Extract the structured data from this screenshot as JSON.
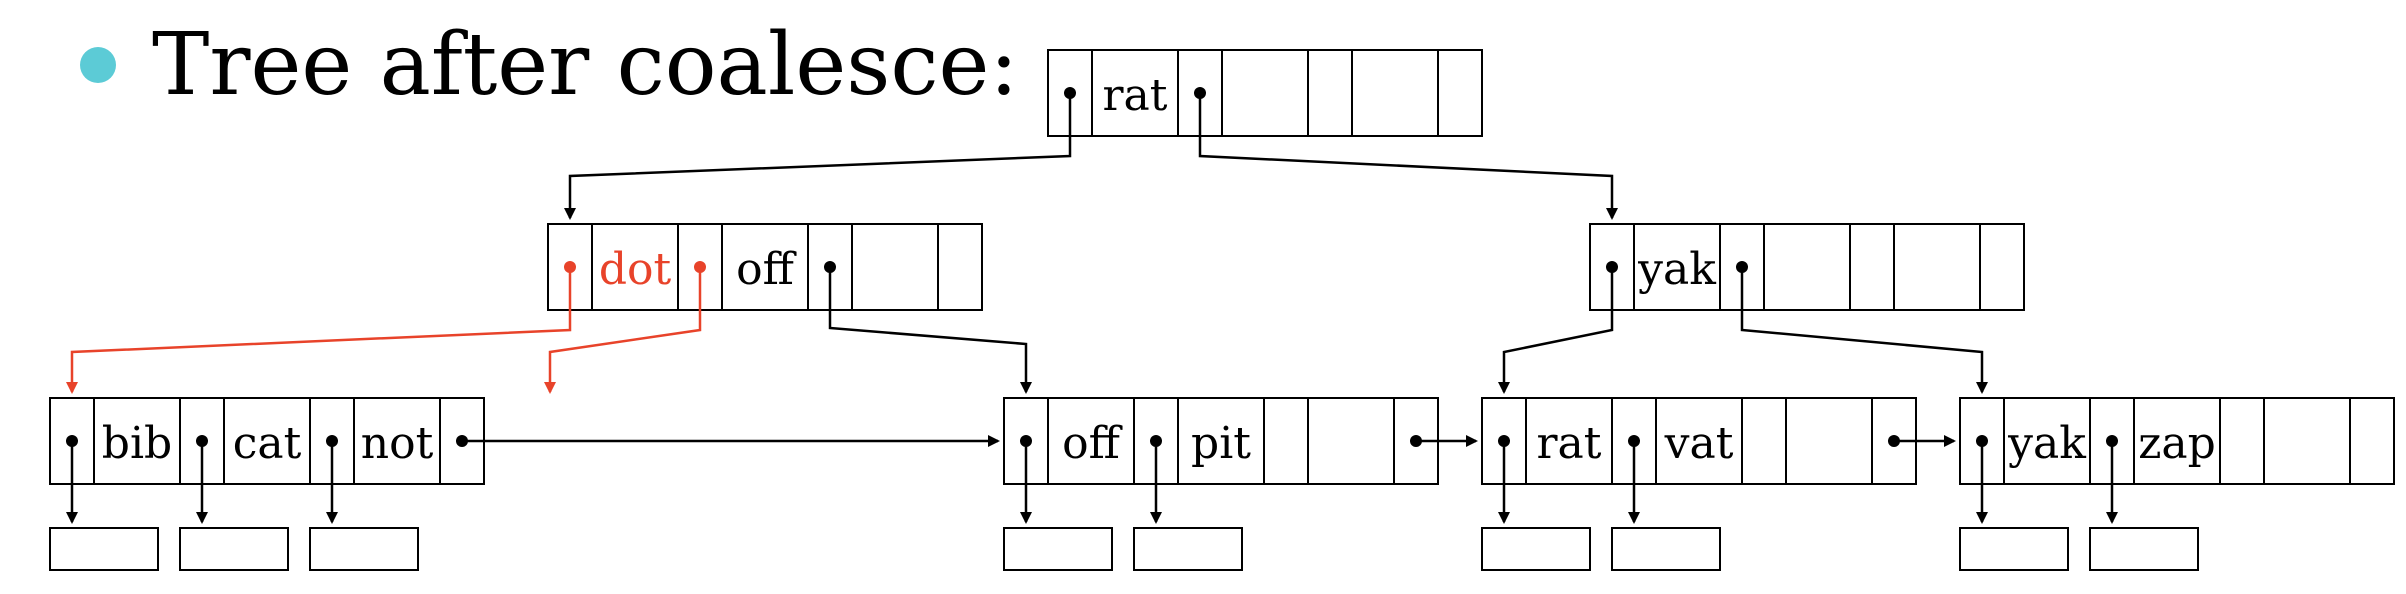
{
  "heading": "Tree after coalesce:",
  "accent_color": "#e8432a",
  "bullet_color": "#5ccbd6",
  "nodes": {
    "root": {
      "keys": [
        "rat"
      ]
    },
    "left_internal": {
      "keys": [
        "dot",
        "off"
      ],
      "highlighted_keys": [
        "dot"
      ]
    },
    "right_internal": {
      "keys": [
        "yak"
      ]
    },
    "leaf1": {
      "keys": [
        "bib",
        "cat",
        "not"
      ]
    },
    "leaf2": {
      "keys": [
        "off",
        "pit"
      ]
    },
    "leaf3": {
      "keys": [
        "rat",
        "vat"
      ]
    },
    "leaf4": {
      "keys": [
        "yak",
        "zap"
      ]
    }
  }
}
